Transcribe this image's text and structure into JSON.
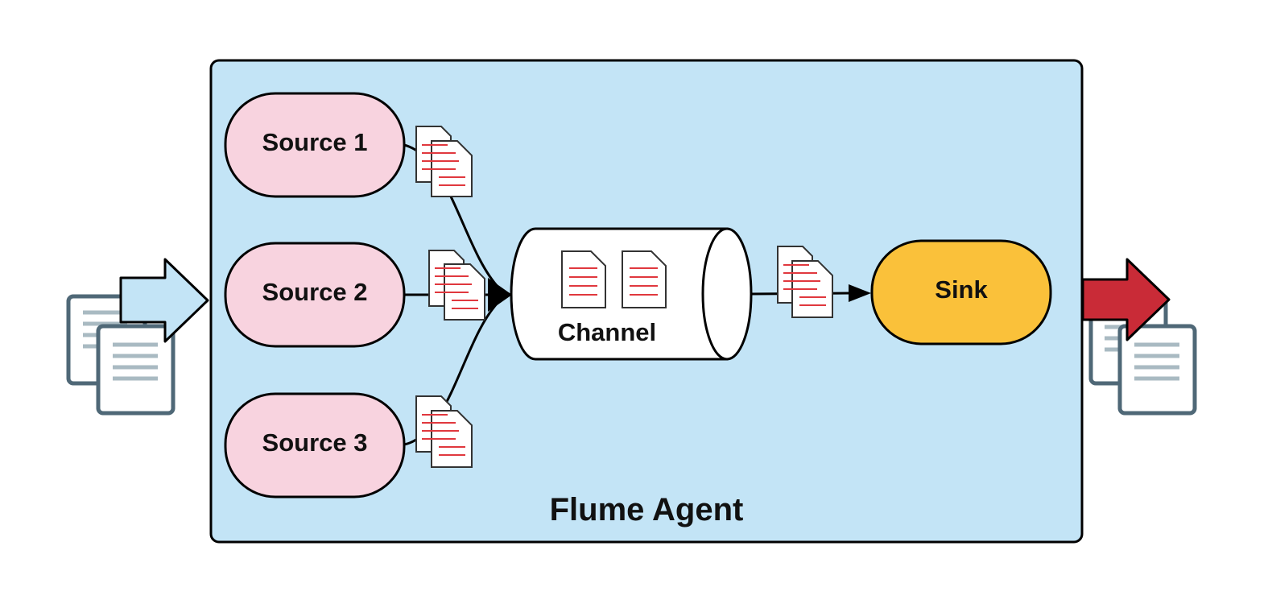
{
  "agent": {
    "label": "Flume Agent",
    "fill": "#c3e4f6"
  },
  "sources": [
    {
      "label": "Source 1"
    },
    {
      "label": "Source 2"
    },
    {
      "label": "Source 3"
    }
  ],
  "source_fill": "#f8d3df",
  "channel": {
    "label": "Channel"
  },
  "sink": {
    "label": "Sink",
    "fill": "#fac13a"
  },
  "colors": {
    "input_arrow": "#c3e4f6",
    "output_arrow": "#c92b37",
    "event_lines": "#e0383e",
    "doc_outline": "#4f6877",
    "doc_lines": "#a9bac2"
  },
  "icons": {
    "input_events": "document-stack-icon",
    "output_events": "document-stack-icon",
    "event": "event-document-icon"
  }
}
